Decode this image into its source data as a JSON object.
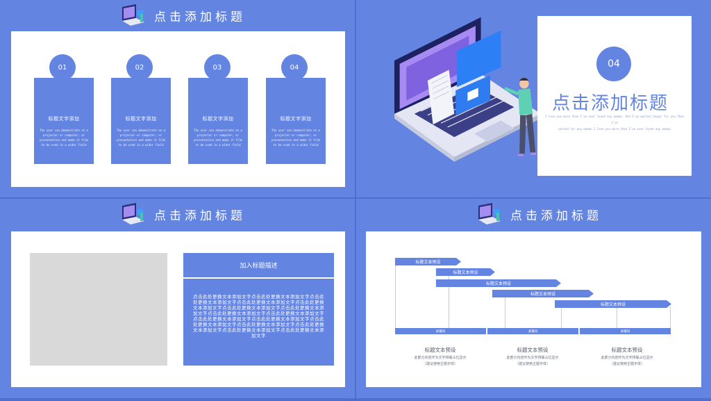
{
  "slide1": {
    "title": "点击添加标题",
    "cards": [
      {
        "num": "01",
        "title": "标题文字添加",
        "text": "The user can demonstrate on a projector or computer, or presentation and make it film to be used in a wider field"
      },
      {
        "num": "02",
        "title": "标题文字添加",
        "text": "The user can demonstrate on a projector or computer, or presentation and make it film to be used in a wider field"
      },
      {
        "num": "03",
        "title": "标题文字添加",
        "text": "The user can demonstrate on a projector or computer, or presentation and make it film to be used in a wider field"
      },
      {
        "num": "04",
        "title": "标题文字添加",
        "text": "The user can demonstrate on a projector or computer, or presentation and make it film to be used in a wider field"
      }
    ]
  },
  "slide2": {
    "number": "04",
    "title": "点击添加标题",
    "subtitle_line1": "I love you more than I've ever loved any woman. And I've waited longer for you than I've",
    "subtitle_line2": "waited for any woman I love you more than I've ever loved any woman"
  },
  "slide3": {
    "title": "点击添加标题",
    "box_title": "加入标题描述",
    "box_text": "点击此处更换文本添加文字点击此处更换文本添加文字点击此处更换文本添加文字点击此处更换文本添加文字点击此处更换文本添加文字点击此处更换文本添加文字点击此处更换文本添加文字点击此处更换文本添加文字点击此处更换文本添加文字点击此处更换文本添加文字点击此处更换文本添加文字点击此处更换文本添加文字点击此处更换文本添加文字点击此处更换文本添加文字点击此处更换文本添加文字点击此处更换文本添加文字"
  },
  "slide4": {
    "title": "点击添加标题",
    "bars": [
      "标题文本预设",
      "标题文本预设",
      "标题文本预设",
      "标题文本预设",
      "标题文本预设"
    ],
    "keys": [
      "关键词",
      "关键词",
      "关键词"
    ],
    "columns": [
      {
        "title": "标题文本预设",
        "line1": "此部分内容作为文字排版占位显示",
        "line2": "（建议使用主题字体）"
      },
      {
        "title": "标题文本预设",
        "line1": "此部分内容作为文字排版占位显示",
        "line2": "（建议使用主题字体）"
      },
      {
        "title": "标题文本预设",
        "line1": "此部分内容作为文字排版占位显示",
        "line2": "（建议使用主题字体）"
      }
    ]
  },
  "colors": {
    "accent": "#6484e1",
    "background": "#6183e0",
    "white": "#ffffff",
    "gray": "#d9d9d9"
  }
}
